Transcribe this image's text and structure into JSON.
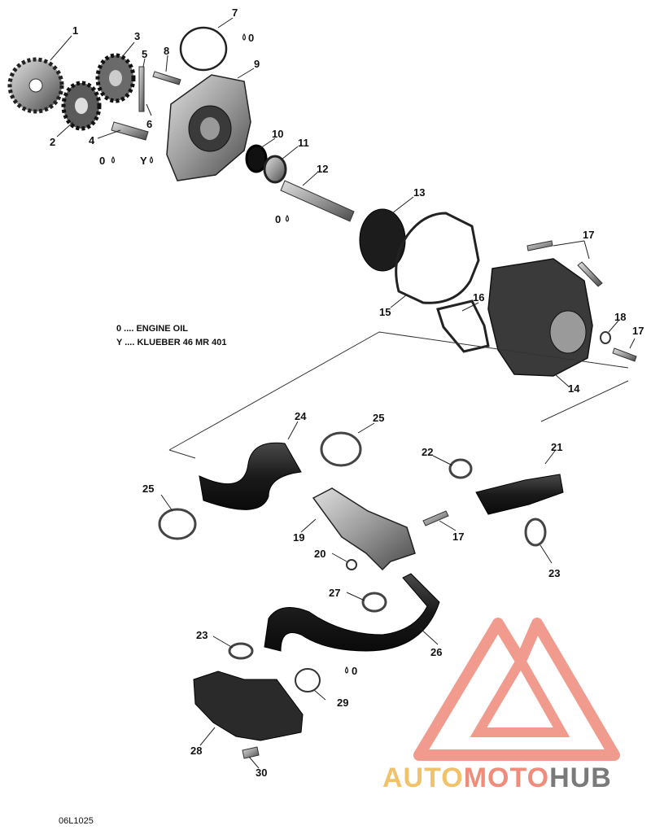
{
  "legend": {
    "oil": "0 .... ENGINE OIL",
    "grease": "Y .... KLUEBER 46 MR 401"
  },
  "marks": {
    "oil": "0",
    "grease": "Y"
  },
  "callouts": [
    "1",
    "2",
    "3",
    "4",
    "5",
    "6",
    "7",
    "8",
    "9",
    "10",
    "11",
    "12",
    "13",
    "14",
    "15",
    "16",
    "17",
    "17",
    "17",
    "17",
    "18",
    "19",
    "20",
    "21",
    "22",
    "23",
    "23",
    "24",
    "25",
    "25",
    "26",
    "27",
    "28",
    "29",
    "30"
  ],
  "diagram_code": "06L1025",
  "watermark": {
    "part1": "AUTO",
    "part2": "MOTO",
    "part3": "HUB"
  },
  "colors": {
    "part_dark": "#1c1c1c",
    "part_mid": "#5a5a5a",
    "part_light": "#bdbdbd",
    "watermark_red": "#ef8a7c",
    "watermark_yellow": "#f2c26b",
    "watermark_gray": "#7a7a7a"
  }
}
